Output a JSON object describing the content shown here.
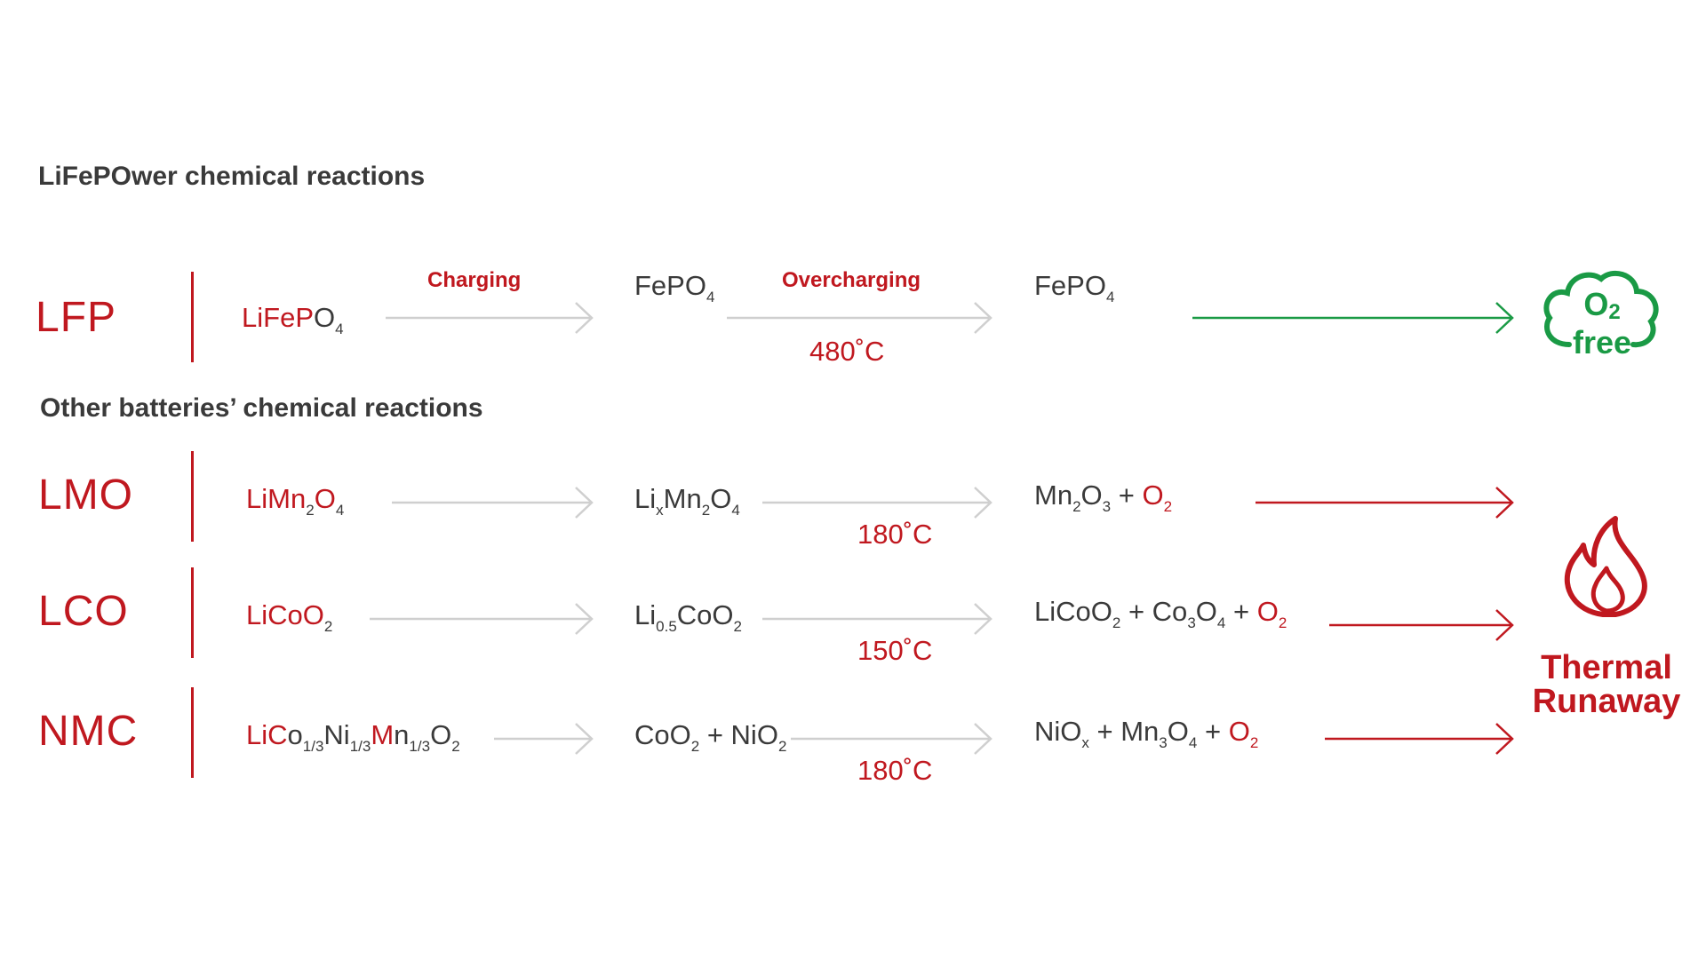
{
  "lfp_section_title": "LiFePOwer chemical reactions",
  "other_section_title": "Other batteries’ chemical reactions",
  "step_charging": "Charging",
  "step_overcharging": "Overcharging",
  "lfp": {
    "label": "LFP",
    "reactant": [
      [
        "Li",
        "r"
      ],
      [
        "Fe",
        "r"
      ],
      [
        "P",
        "r"
      ],
      [
        "O",
        ""
      ],
      [
        "4",
        "sub"
      ]
    ],
    "intermediate": [
      [
        "FePO",
        ""
      ],
      [
        "4",
        "sub"
      ]
    ],
    "product": [
      [
        "FePO",
        ""
      ],
      [
        "4",
        "sub"
      ]
    ],
    "temperature": "480˚C"
  },
  "others": [
    {
      "label": "LMO",
      "reactant": [
        [
          "Li",
          "r"
        ],
        [
          "Mn",
          "r"
        ],
        [
          "2",
          "sub"
        ],
        [
          "O",
          "r"
        ],
        [
          "4",
          "sub"
        ]
      ],
      "intermediate": [
        [
          "Li",
          ""
        ],
        [
          "x",
          "sub"
        ],
        [
          "Mn",
          ""
        ],
        [
          "2",
          "sub"
        ],
        [
          "O",
          ""
        ],
        [
          "4",
          "sub"
        ]
      ],
      "product": [
        [
          "Mn",
          ""
        ],
        [
          "2",
          "sub"
        ],
        [
          "O",
          ""
        ],
        [
          "3",
          "sub"
        ],
        [
          " + ",
          ""
        ],
        [
          "O",
          "r"
        ],
        [
          "2",
          "subr"
        ]
      ],
      "temperature": "180˚C"
    },
    {
      "label": "LCO",
      "reactant": [
        [
          "Li",
          "r"
        ],
        [
          "Co",
          "r"
        ],
        [
          "O",
          "r"
        ],
        [
          "2",
          "sub"
        ]
      ],
      "intermediate": [
        [
          "Li",
          ""
        ],
        [
          "0.5",
          "sub"
        ],
        [
          "CoO",
          ""
        ],
        [
          "2",
          "sub"
        ]
      ],
      "product": [
        [
          "LiCoO",
          ""
        ],
        [
          "2",
          "sub"
        ],
        [
          " + Co",
          ""
        ],
        [
          "3",
          "sub"
        ],
        [
          "O",
          ""
        ],
        [
          "4",
          "sub"
        ],
        [
          " + ",
          ""
        ],
        [
          "O",
          "r"
        ],
        [
          "2",
          "subr"
        ]
      ],
      "temperature": "150˚C"
    },
    {
      "label": "NMC",
      "reactant": [
        [
          "Li",
          "r"
        ],
        [
          "C",
          "r"
        ],
        [
          "o",
          ""
        ],
        [
          "1/3",
          "sub"
        ],
        [
          "Ni",
          ""
        ],
        [
          "1/3",
          "sub"
        ],
        [
          "M",
          "r"
        ],
        [
          "n",
          ""
        ],
        [
          "1/3",
          "sub"
        ],
        [
          "O",
          ""
        ],
        [
          "2",
          "sub"
        ]
      ],
      "intermediate": [
        [
          "CoO",
          ""
        ],
        [
          "2",
          "sub"
        ],
        [
          " + NiO",
          ""
        ],
        [
          "2",
          "sub"
        ]
      ],
      "product": [
        [
          "NiO",
          ""
        ],
        [
          "x",
          "sub"
        ],
        [
          " + Mn",
          ""
        ],
        [
          "3",
          "sub"
        ],
        [
          "O",
          ""
        ],
        [
          "4",
          "sub"
        ],
        [
          " + ",
          ""
        ],
        [
          "O",
          "r"
        ],
        [
          "2",
          "subr"
        ]
      ],
      "temperature": "180˚C"
    }
  ],
  "o2_free_badge": {
    "line1": "O",
    "line1_sub": "2",
    "line2": "free",
    "color": "#1a9a45"
  },
  "thermal_badge": {
    "line1": "Thermal",
    "line2": "Runaway",
    "color": "#c0181f"
  },
  "colors": {
    "red": "#c0181f",
    "green": "#1a9a45",
    "gray_arrow": "#cfcfcf",
    "text": "#3a3a3a"
  }
}
